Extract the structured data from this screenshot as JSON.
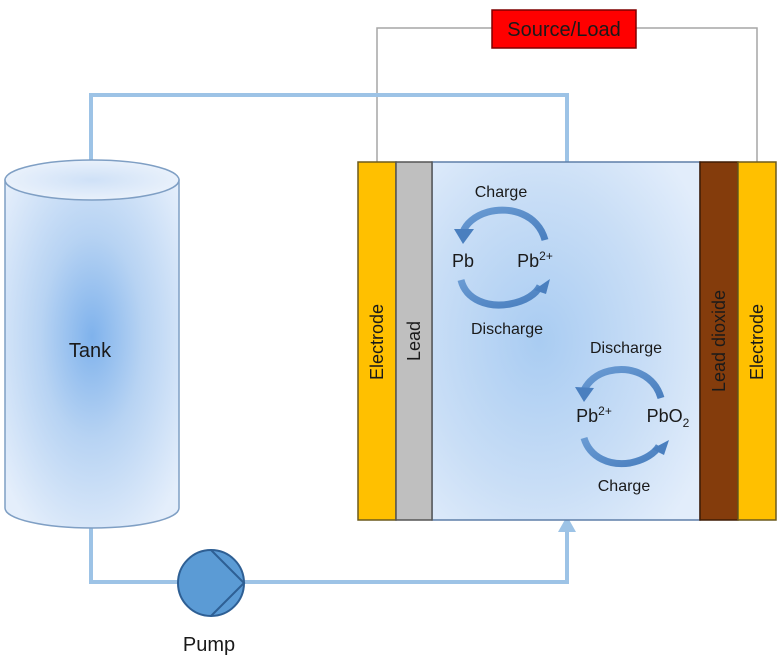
{
  "source_load": "Source/Load",
  "tank": "Tank",
  "pump": "Pump",
  "electrode_left": "Electrode",
  "lead": "Lead",
  "lead_dioxide": "Lead dioxide",
  "electrode_right": "Electrode",
  "top_cycle": {
    "charge": "Charge",
    "discharge": "Discharge",
    "left_species": "Pb",
    "right_species_base": "Pb",
    "right_species_sup": "2+"
  },
  "bottom_cycle": {
    "discharge": "Discharge",
    "charge": "Charge",
    "left_species_base": "Pb",
    "left_species_sup": "2+",
    "right_species_base": "PbO",
    "right_species_sub": "2"
  },
  "colors": {
    "electrode": "#FFC000",
    "lead": "#BFBFBF",
    "lead_dioxide": "#843C0C",
    "electrolyte": "#C5DCF5",
    "pipe": "#9DC3E6",
    "pump": "#5B9BD5",
    "source_load": "#FF0000"
  }
}
